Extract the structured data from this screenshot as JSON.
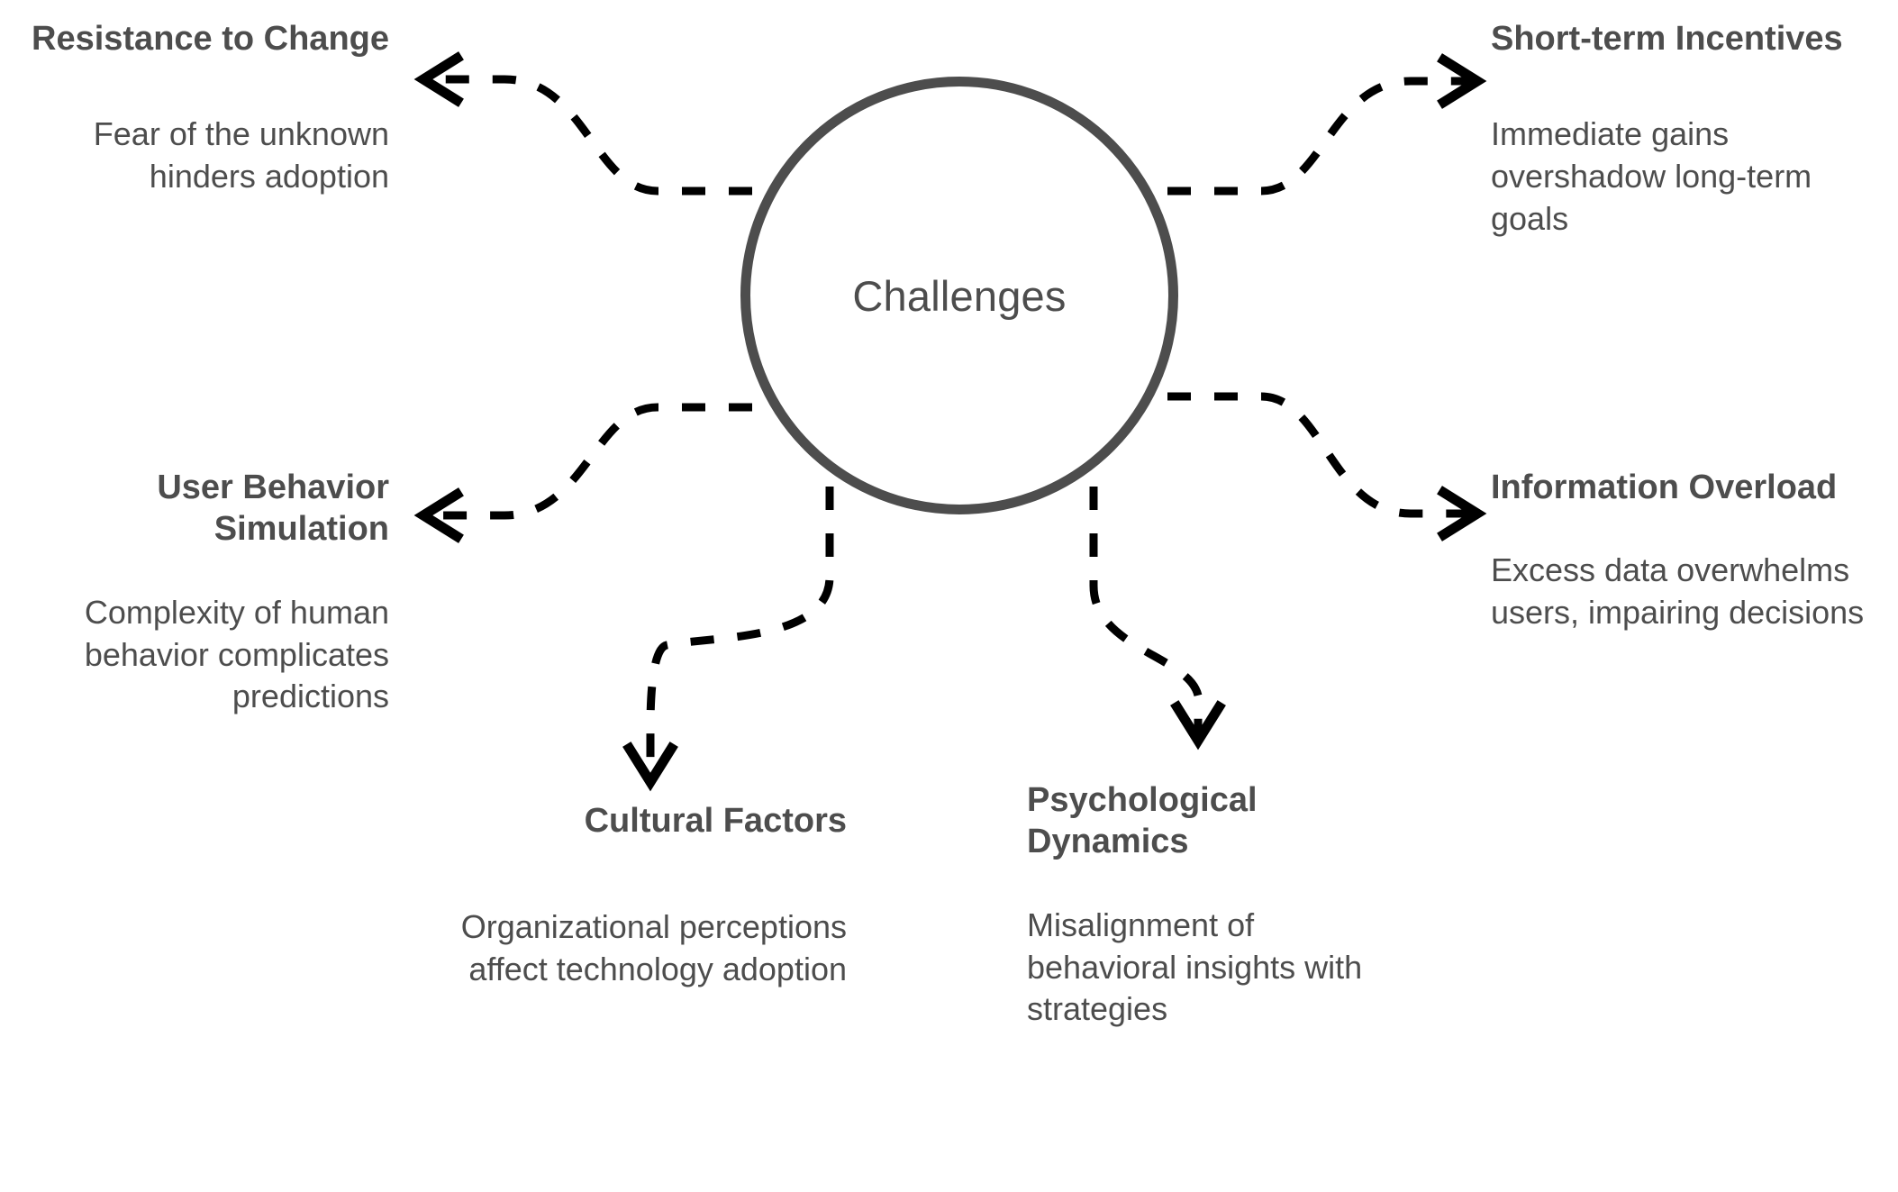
{
  "diagram": {
    "type": "hub-and-spoke mind map",
    "hub": {
      "label": "Challenges"
    },
    "colors": {
      "hub_stroke": "#4d4d4d",
      "text": "#4d4d4d",
      "connector": "#000000",
      "background": "#ffffff"
    },
    "nodes": [
      {
        "id": "resistance-to-change",
        "title": "Resistance to Change",
        "description": "Fear of the unknown hinders adoption",
        "position": "top-left",
        "arrow_direction": "left"
      },
      {
        "id": "user-behavior-simulation",
        "title": "User Behavior Simulation",
        "description": "Complexity of human behavior complicates predictions",
        "position": "middle-left",
        "arrow_direction": "left"
      },
      {
        "id": "short-term-incentives",
        "title": "Short-term Incentives",
        "description": "Immediate gains overshadow long-term goals",
        "position": "top-right",
        "arrow_direction": "right"
      },
      {
        "id": "information-overload",
        "title": "Information Overload",
        "description": "Excess data overwhelms users, impairing decisions",
        "position": "middle-right",
        "arrow_direction": "right"
      },
      {
        "id": "cultural-factors",
        "title": "Cultural Factors",
        "description": "Organizational perceptions affect technology adoption",
        "position": "bottom-left",
        "arrow_direction": "down"
      },
      {
        "id": "psychological-dynamics",
        "title": "Psychological Dynamics",
        "description": "Misalignment of behavioral insights with strategies",
        "position": "bottom-right",
        "arrow_direction": "down"
      }
    ]
  }
}
